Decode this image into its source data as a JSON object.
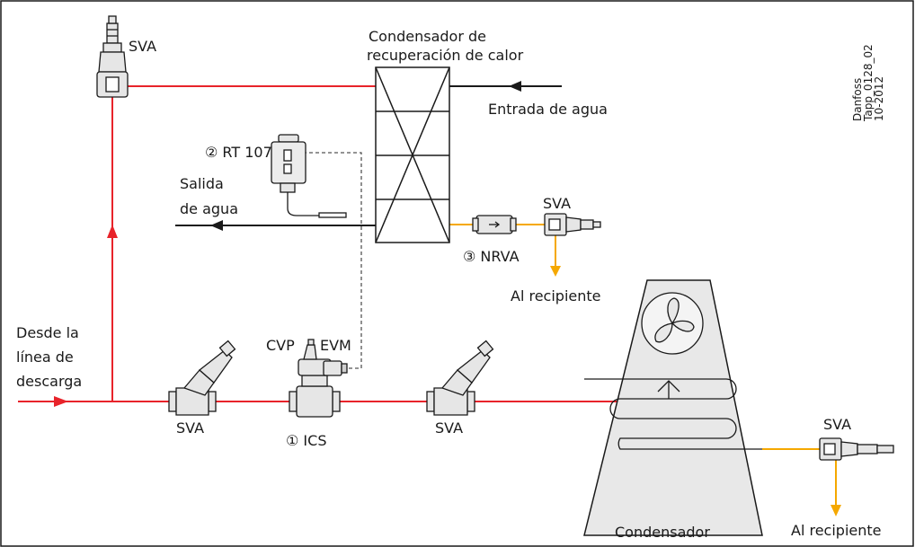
{
  "colors": {
    "hot_gas": "#e8232a",
    "liquid": "#f5a800",
    "water": "#1a1a1a",
    "signal": "#555555",
    "valve_fill": "#e6e6e6",
    "outline": "#1a1a1a"
  },
  "labels": {
    "sva_top": "SVA",
    "heat_recovery_condenser_line1": "Condensador de",
    "heat_recovery_condenser_line2": "recuperación de calor",
    "water_inlet": "Entrada de agua",
    "rt107": "② RT 107",
    "water_outlet_line1": "Salida",
    "water_outlet_line2": "de agua",
    "nrva": "③ NRVA",
    "sva_nrva": "SVA",
    "to_receiver_1": "Al recipiente",
    "from_discharge_line1": "Desde la",
    "from_discharge_line2": "línea de",
    "from_discharge_line3": "descarga",
    "sva_left": "SVA",
    "cvp": "CVP",
    "evm": "EVM",
    "ics": "① ICS",
    "sva_mid": "SVA",
    "sva_right": "SVA",
    "condenser": "Condensador",
    "to_receiver_2": "Al recipiente",
    "ref_line1": "Danfoss",
    "ref_line2": "Tapp_0128_02",
    "ref_line3": "10-2012"
  },
  "icons": [
    "fan-icon",
    "valve-icon",
    "check-valve-icon",
    "pressure-switch-icon",
    "solenoid-icon"
  ]
}
